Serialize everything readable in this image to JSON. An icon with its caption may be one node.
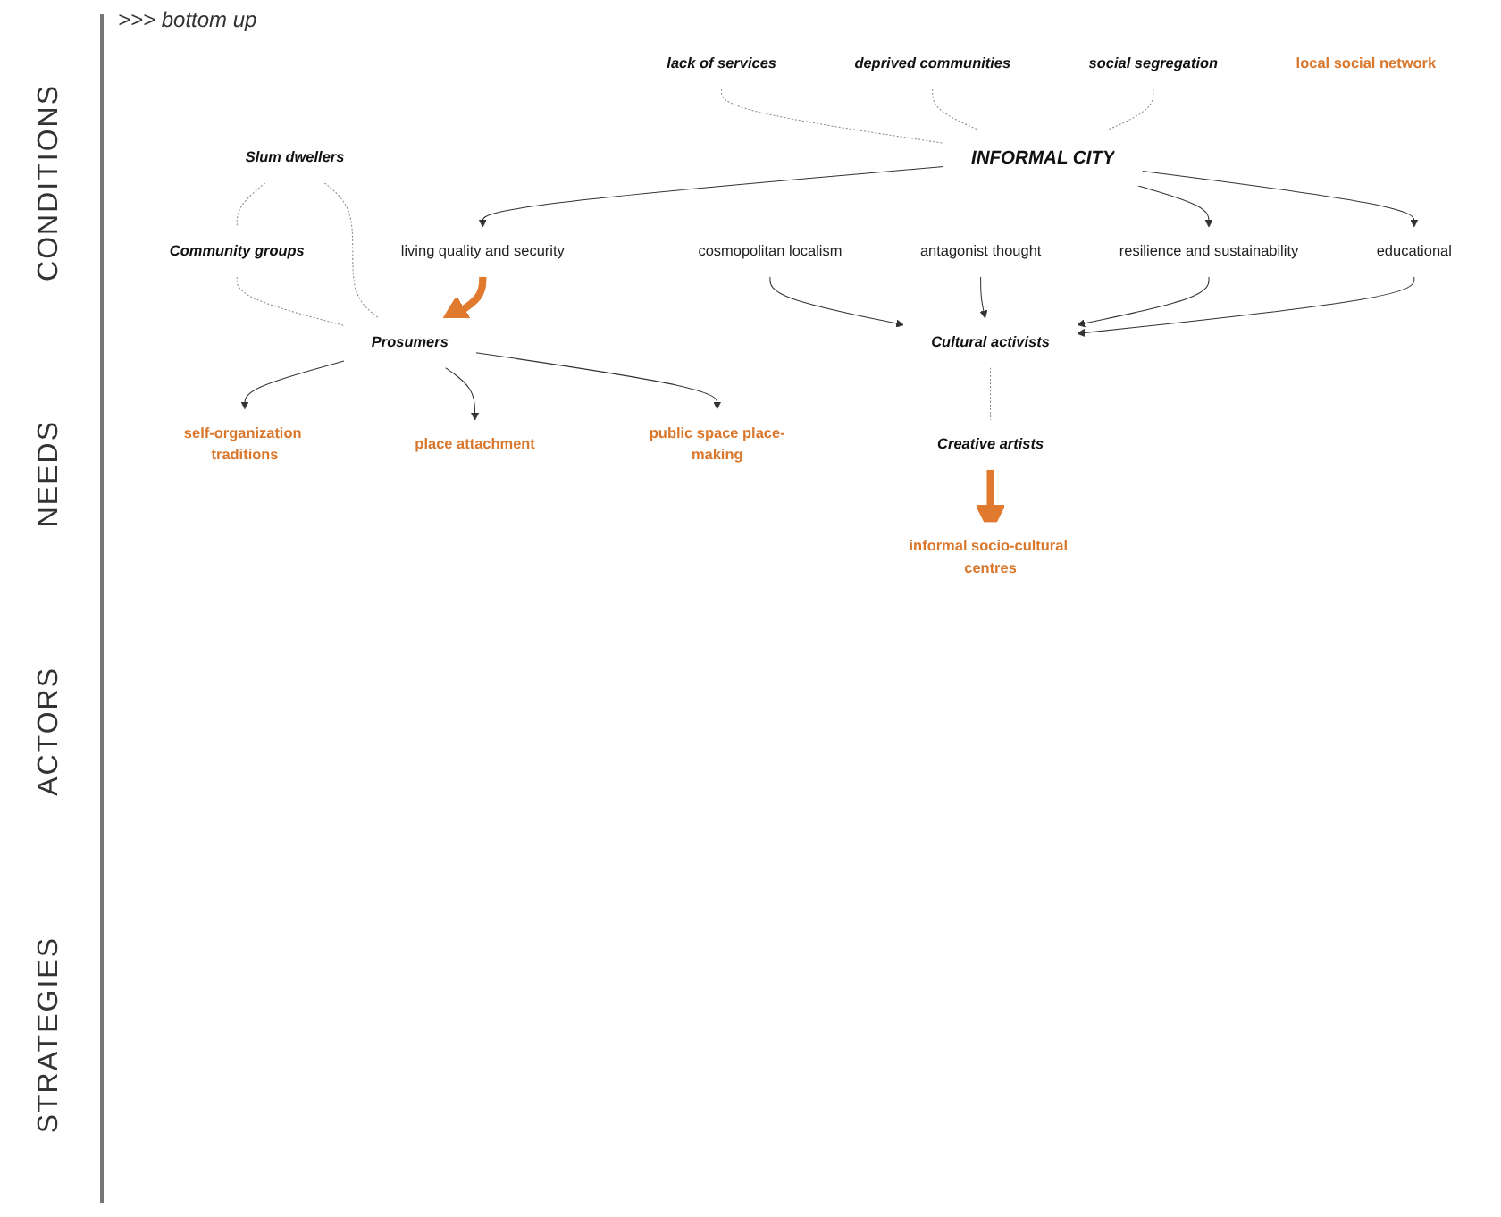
{
  "diagram": {
    "nodes": [
      {
        "text": [
          "social segregation"
        ]
      },
      {
        "text": [
          "deprived communities"
        ]
      },
      {
        "text": [
          "lack of services"
        ]
      },
      {
        "text": [
          "INFORMAL CITY"
        ]
      },
      {
        "text": [
          "living quality and security"
        ]
      },
      {
        "text": [
          "educational"
        ]
      },
      {
        "text": [
          "resilience and sustainability"
        ]
      },
      {
        "text": [
          "antagonist thought"
        ]
      },
      {
        "text": [
          "cosmopolitan localism"
        ]
      },
      {
        "text": [
          "Cultural activists"
        ]
      },
      {
        "text": [
          "Slum dwellers"
        ]
      },
      {
        "text": [
          "Community groups"
        ]
      },
      {
        "text": [
          "Prosumers"
        ]
      },
      {
        "text": [
          "Creative artists"
        ]
      },
      {
        "text": [
          "self-organization traditions"
        ]
      },
      {
        "text": [
          "place attachment"
        ]
      },
      {
        "text": [
          "public space place-making"
        ]
      },
      {
        "text": [
          "informal socio-cultural centres"
        ]
      },
      {
        "text": [
          "local social network"
        ]
      }
    ],
    "edges": [
      {
        "from": 0,
        "to": 3,
        "arrow": "none",
        "style": "dashed"
      },
      {
        "from": 1,
        "to": 3,
        "arrow": "none",
        "style": "dashed"
      },
      {
        "from": 2,
        "to": 3,
        "arrow": "none",
        "style": "dashed"
      },
      {
        "from": 3,
        "to": 4,
        "arrow": "to"
      },
      {
        "from": 3,
        "to": 5,
        "arrow": "to"
      },
      {
        "from": 3,
        "to": 6,
        "arrow": "to"
      },
      {
        "from": 5,
        "to": 9,
        "arrow": "to"
      },
      {
        "from": 6,
        "to": 9,
        "arrow": "to"
      },
      {
        "from": 7,
        "to": 9,
        "arrow": "to"
      },
      {
        "from": 8,
        "to": 9,
        "arrow": "to"
      },
      {
        "from": 4,
        "to": 12,
        "arrow": "to",
        "style": "thick",
        "color": "#e07a2e"
      },
      {
        "from": 10,
        "to": 11,
        "arrow": "none",
        "style": "dashed"
      },
      {
        "from": 10,
        "to": 12,
        "arrow": "none",
        "style": "dashed"
      },
      {
        "from": 11,
        "to": 12,
        "arrow": "none",
        "style": "dashed"
      },
      {
        "from": 9,
        "to": 13,
        "arrow": "none",
        "style": "dashed"
      },
      {
        "from": 12,
        "to": 14,
        "arrow": "to"
      },
      {
        "from": 12,
        "to": 15,
        "arrow": "to"
      },
      {
        "from": 12,
        "to": 16,
        "arrow": "to"
      },
      {
        "from": 13,
        "to": 17,
        "arrow": "to",
        "style": "thick",
        "color": "#e07a2e"
      }
    ],
    "labels": [
      ">>> bottom up",
      "CONDITIONS",
      "NEEDS",
      "ACTORS",
      "STRATEGIES"
    ]
  }
}
